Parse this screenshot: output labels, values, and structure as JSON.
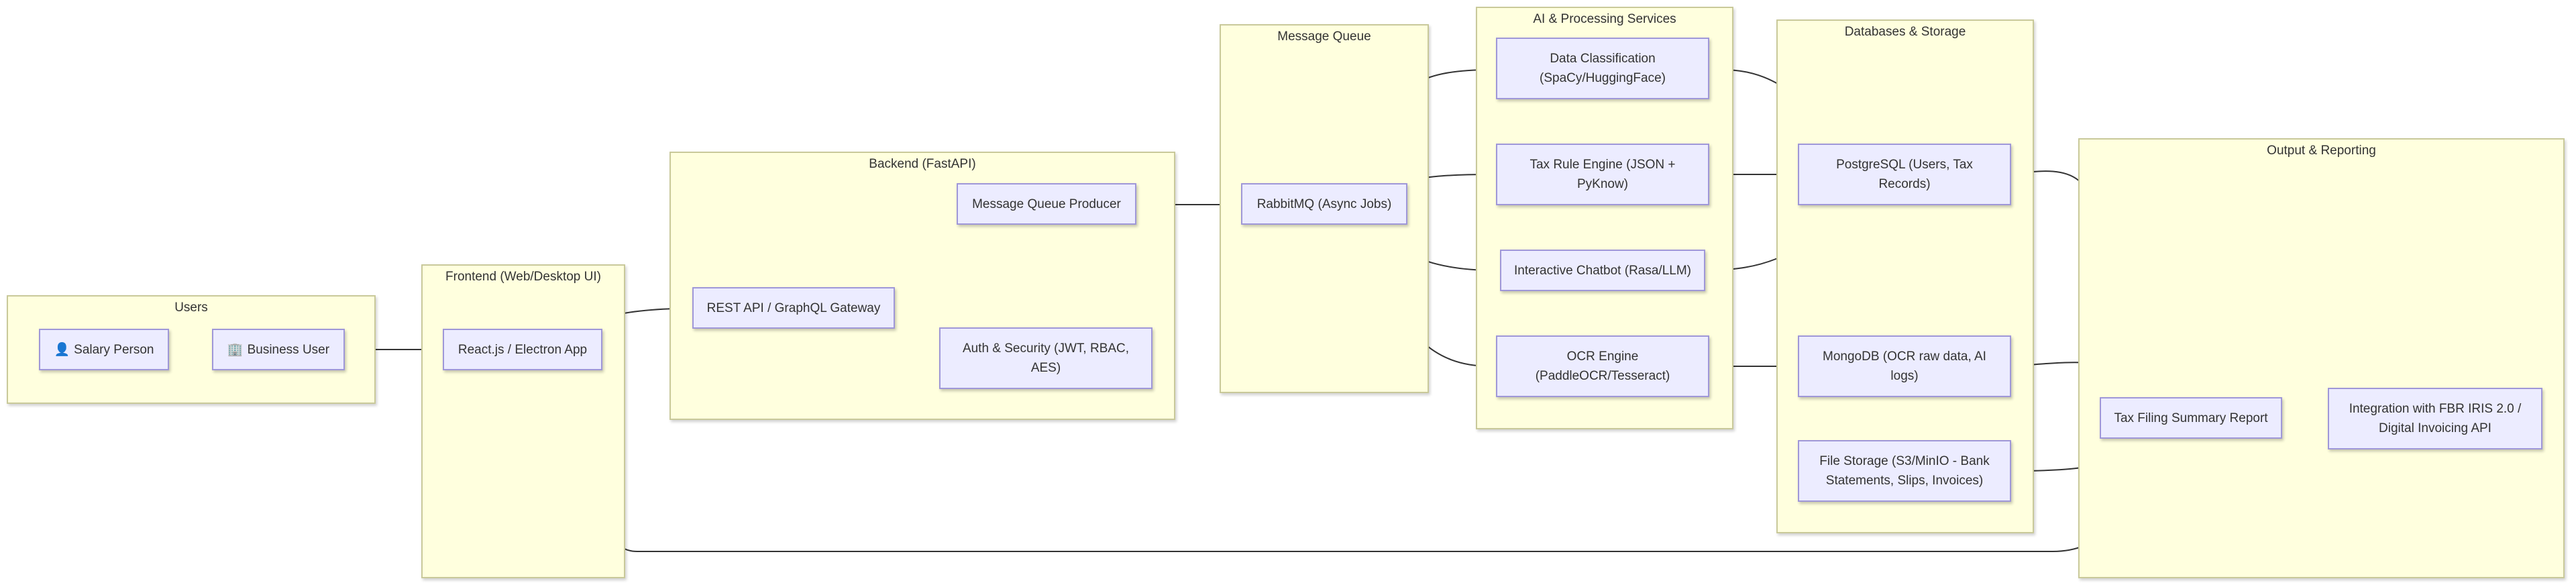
{
  "clusters": {
    "users": "Users",
    "frontend": "Frontend (Web/Desktop UI)",
    "backend": "Backend (FastAPI)",
    "mq": "Message Queue",
    "ai": "AI & Processing Services",
    "db": "Databases & Storage",
    "output": "Output & Reporting"
  },
  "nodes": {
    "salary": {
      "icon": "👤",
      "label": "Salary Person"
    },
    "business": {
      "icon": "🏢",
      "label": "Business User"
    },
    "react": {
      "label": "React.js / Electron App"
    },
    "gateway": {
      "label": "REST API / GraphQL Gateway"
    },
    "producer": {
      "label": "Message Queue Producer"
    },
    "auth": {
      "label": "Auth & Security (JWT, RBAC, AES)"
    },
    "rabbit": {
      "label": "RabbitMQ (Async Jobs)"
    },
    "classify": {
      "label": "Data Classification (SpaCy/HuggingFace)"
    },
    "rules": {
      "label": "Tax Rule Engine (JSON + PyKnow)"
    },
    "chatbot": {
      "label": "Interactive Chatbot (Rasa/LLM)"
    },
    "ocr": {
      "label": "OCR Engine (PaddleOCR/Tesseract)"
    },
    "postgres": {
      "label": "PostgreSQL (Users, Tax Records)"
    },
    "mongo": {
      "label": "MongoDB (OCR raw data, AI logs)"
    },
    "files": {
      "label": "File Storage (S3/MinIO - Bank Statements, Slips, Invoices)"
    },
    "summary": {
      "label": "Tax Filing Summary Report"
    },
    "fbr": {
      "label": "Integration with FBR IRIS 2.0 / Digital Invoicing API"
    }
  },
  "colors": {
    "cluster_fill": "#ffffde",
    "cluster_border": "#c9c99a",
    "node_fill": "#ececff",
    "node_border": "#9f97d8",
    "edge": "#333333",
    "text": "#333333"
  }
}
